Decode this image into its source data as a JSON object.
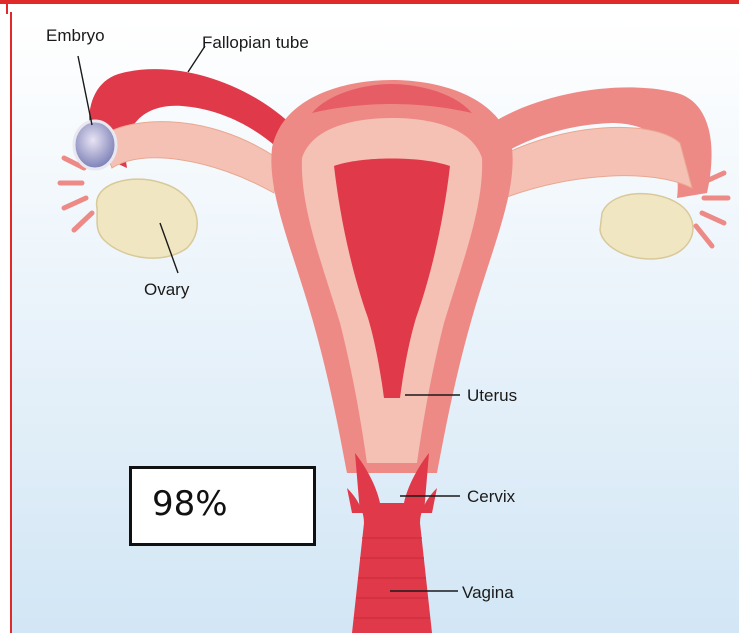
{
  "labels": {
    "embryo": "Embryo",
    "fallopian_tube": "Fallopian tube",
    "ovary": "Ovary",
    "uterus": "Uterus",
    "cervix": "Cervix",
    "vagina": "Vagina"
  },
  "percentage_box": {
    "value": "98%"
  },
  "colors": {
    "background_top": "#ffffff",
    "background_bottom": "#d2e6f5",
    "tissue_dark": "#e0394a",
    "tissue_mid": "#ee8a86",
    "tissue_light": "#f5c1b4",
    "ovary": "#f1e6c2",
    "frame": "#e02a2a"
  }
}
